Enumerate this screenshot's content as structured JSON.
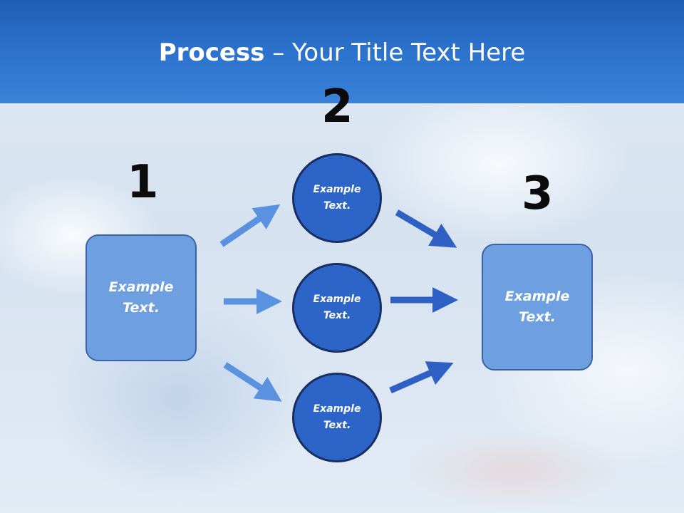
{
  "title": {
    "bold": "Process",
    "rest": " – Your Title Text Here"
  },
  "steps": [
    {
      "number": "1",
      "text": "Example\nText."
    },
    {
      "number": "2",
      "circles": [
        {
          "text": "Example\nText."
        },
        {
          "text": "Example\nText."
        },
        {
          "text": "Example\nText."
        }
      ]
    },
    {
      "number": "3",
      "text": "Example\nText."
    }
  ],
  "colors": {
    "header": "#2d74cf",
    "box_fill": "#6ea0e1",
    "circle_fill": "#2d64c7",
    "arrow_light": "#5b92e0",
    "arrow_dark": "#2f60c4"
  }
}
